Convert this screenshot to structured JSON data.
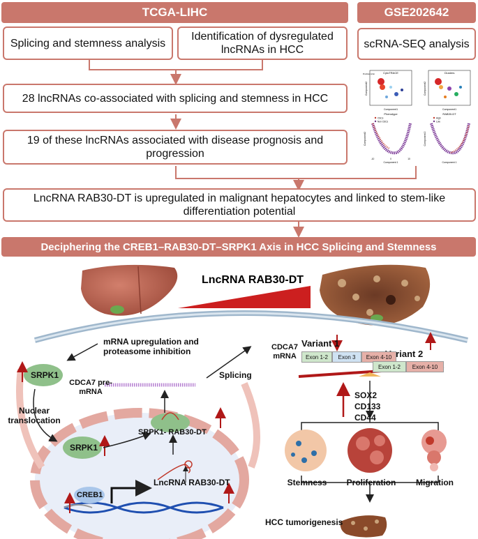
{
  "header": {
    "tcga": "TCGA-LIHC",
    "gse": "GSE202642"
  },
  "boxes": {
    "splicing_stemness": "Splicing and stemness analysis",
    "dysregulated": "Identification of dysregulated lncRNAs in HCC",
    "scrna": "scRNA-SEQ analysis",
    "lnc28": "28 lncRNAs co-associated with splicing and stemness in HCC",
    "lnc19": "19 of these lncRNAs associated with disease prognosis and progression",
    "rab30": "LncRNA RAB30-DT is upregulated in malignant hepatocytes and linked to stem-like differentiation potential"
  },
  "axis_banner": "Deciphering the CREB1–RAB30-DT–SRPK1 Axis in HCC Splicing and Stemness",
  "scplots": {
    "p1_title": "CytoTRACE",
    "p2_title": "Clusters",
    "p3_title": "Phenotype",
    "p3_legend": [
      "CSCs",
      "Non CSCs"
    ],
    "p4_title": "RAB30-DT",
    "p4_legend": [
      "High",
      "Low"
    ],
    "x_label": "Component1",
    "y_label": "Component2",
    "p3_x_label": "Component 1",
    "p4_x_label": "Component 1",
    "p4_y_label": "Component 2",
    "p1_legend_title": "Predicted order",
    "p3_ticks": [
      "-10",
      "0",
      "10"
    ]
  },
  "mechanism": {
    "lnc_title": "LncRNA RAB30-DT",
    "mrna_upreg": "mRNA upregulation and proteasome inhibition",
    "srpk1": "SRPK1",
    "nuclear": "Nuclear translocation",
    "srpk1_b": "SRPK1",
    "cdca7_pre": "CDCA7 pre-mRNA",
    "complex": "SRPK1- RAB30-DT",
    "splicing": "Splicing",
    "creb1": "CREB1",
    "lnc_gene": "LncRNA RAB30-DT"
  },
  "variants": {
    "cdca7_mrna": "CDCA7 mRNA",
    "v1": "Variant 1",
    "v2": "Variant 2",
    "v1_exons": [
      "Exon 1-2",
      "Exon 3",
      "Exon 4-10"
    ],
    "v2_exons": [
      "Exon 1-2",
      "Exon 4-10"
    ]
  },
  "markers": [
    "SOX2",
    "CD133",
    "CD44"
  ],
  "outcomes": [
    "Stemness",
    "Proliferation",
    "Migration"
  ],
  "final": "HCC tumorigenesis",
  "colors": {
    "accent": "#c9776c",
    "arrow_red": "#b01818",
    "green_protein": "#8fc08a",
    "exon_green": "#cfe7cc",
    "exon_blue": "#cfe2f2",
    "exon_red": "#e6b0a8"
  }
}
